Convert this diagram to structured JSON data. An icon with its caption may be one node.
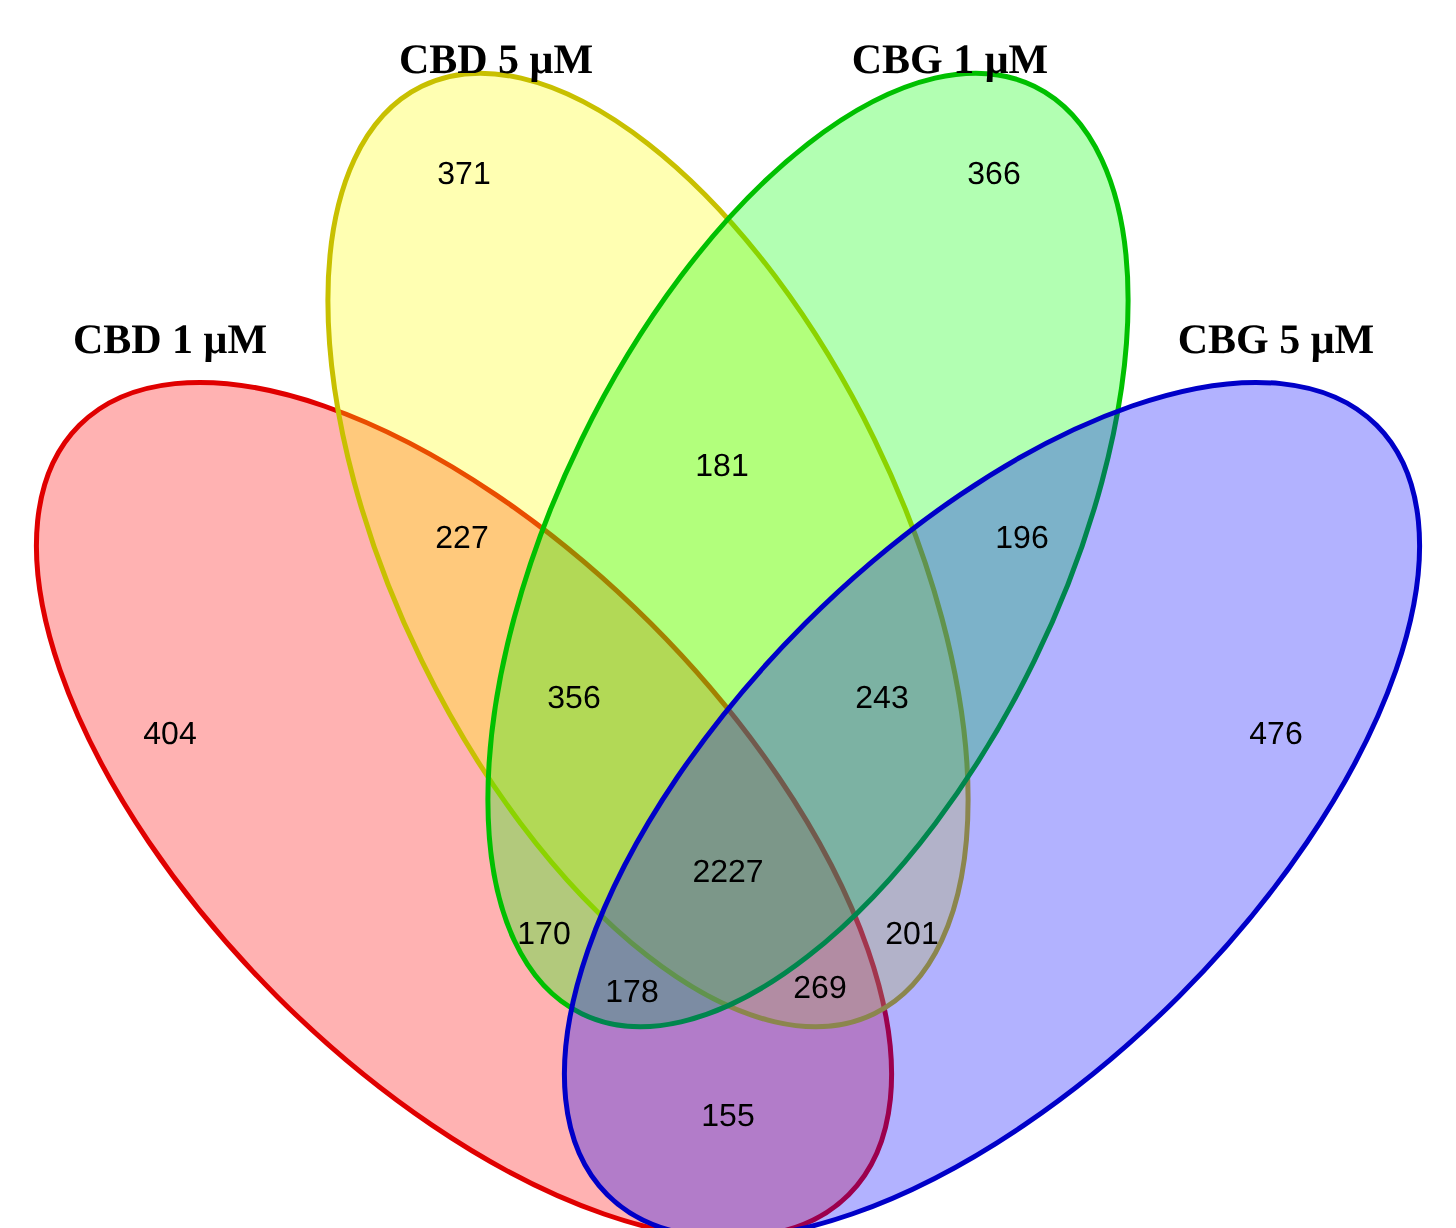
{
  "diagram": {
    "nodes": [
      {
        "text": [
          "CBD 1 μM"
        ]
      },
      {
        "text": [
          "CBD 5 μM"
        ]
      },
      {
        "text": [
          "CBG 1 μM"
        ]
      },
      {
        "text": [
          "CBG 5 μM"
        ]
      }
    ],
    "labels": [
      "371",
      "366",
      "181",
      "227",
      "196",
      "404",
      "356",
      "243",
      "476",
      "2227",
      "170",
      "201",
      "178",
      "269",
      "155"
    ]
  }
}
